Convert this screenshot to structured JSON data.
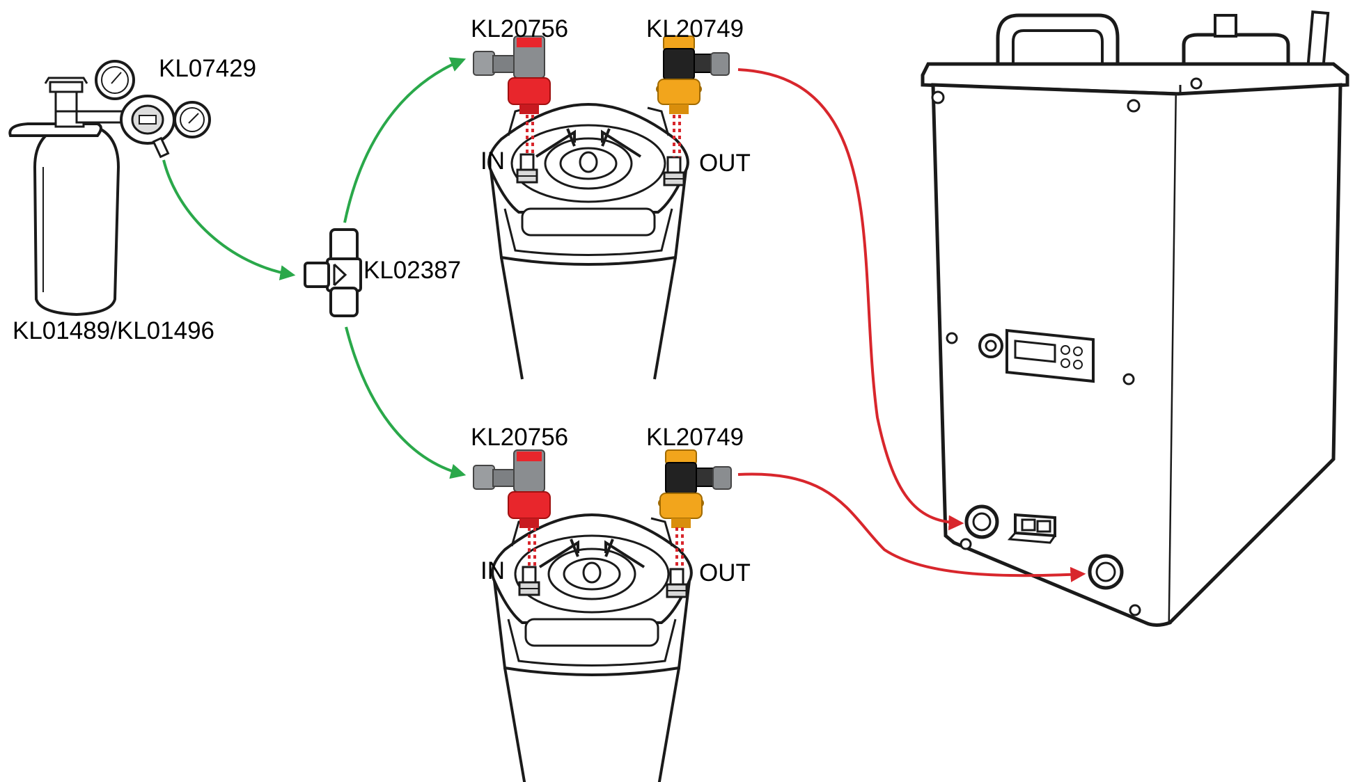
{
  "labels": {
    "co2_cylinder": "KL01489/KL01496",
    "regulator": "KL07429",
    "tee_splitter": "KL02387",
    "keg1_gas_coupler": "KL20756",
    "keg1_liquid_coupler": "KL20749",
    "keg1_in": "IN",
    "keg1_out": "OUT",
    "keg2_gas_coupler": "KL20756",
    "keg2_liquid_coupler": "KL20749",
    "keg2_in": "IN",
    "keg2_out": "OUT"
  },
  "colors": {
    "gas_line": "#2aa84a",
    "beer_line": "#d8262c",
    "gas_coupler": "#e8262c",
    "liquid_coupler": "#f2a51c",
    "coupler_body": "#8a8d90",
    "outline": "#1a1a1a"
  }
}
